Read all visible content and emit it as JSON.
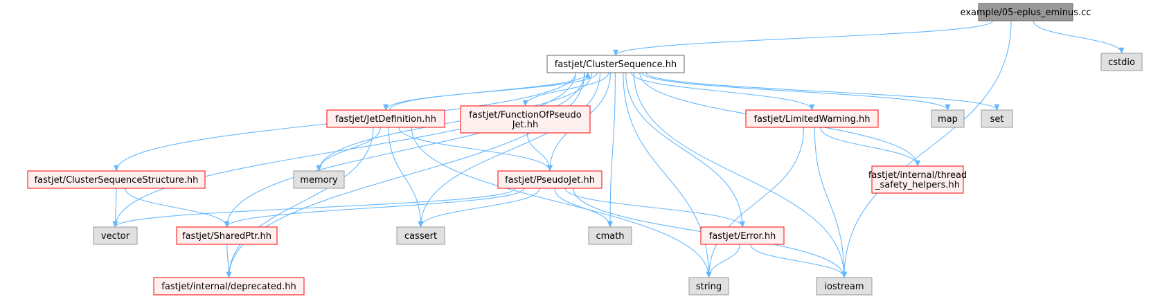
{
  "colors": {
    "edge": "#63b8ff",
    "root_fill": "#999999",
    "root_border": "#666666",
    "white_fill": "#ffffff",
    "white_border": "#666666",
    "red_fill": "#fff0f0",
    "red_border": "#ff0000",
    "gray_fill": "#e0e0e0",
    "gray_border": "#999999"
  },
  "nodes": [
    {
      "id": "root",
      "style": "root",
      "lines": [
        "example/05-eplus_eminus.cc"
      ]
    },
    {
      "id": "cs",
      "style": "white",
      "lines": [
        "fastjet/ClusterSequence.hh"
      ]
    },
    {
      "id": "cstdio",
      "style": "gray",
      "lines": [
        "cstdio"
      ]
    },
    {
      "id": "jetdef",
      "style": "red",
      "lines": [
        "fastjet/JetDefinition.hh"
      ]
    },
    {
      "id": "fopj",
      "style": "red",
      "lines": [
        "fastjet/FunctionOfPseudo",
        "Jet.hh"
      ]
    },
    {
      "id": "lw",
      "style": "red",
      "lines": [
        "fastjet/LimitedWarning.hh"
      ]
    },
    {
      "id": "map",
      "style": "gray",
      "lines": [
        "map"
      ]
    },
    {
      "id": "set",
      "style": "gray",
      "lines": [
        "set"
      ]
    },
    {
      "id": "css",
      "style": "red",
      "lines": [
        "fastjet/ClusterSequenceStructure.hh"
      ]
    },
    {
      "id": "memory",
      "style": "gray",
      "lines": [
        "memory"
      ]
    },
    {
      "id": "pj",
      "style": "red",
      "lines": [
        "fastjet/PseudoJet.hh"
      ]
    },
    {
      "id": "tsh",
      "style": "red",
      "lines": [
        "fastjet/internal/thread",
        "_safety_helpers.hh"
      ]
    },
    {
      "id": "vector",
      "style": "gray",
      "lines": [
        "vector"
      ]
    },
    {
      "id": "sptr",
      "style": "red",
      "lines": [
        "fastjet/SharedPtr.hh"
      ]
    },
    {
      "id": "cassert",
      "style": "gray",
      "lines": [
        "cassert"
      ]
    },
    {
      "id": "cmath",
      "style": "gray",
      "lines": [
        "cmath"
      ]
    },
    {
      "id": "err",
      "style": "red",
      "lines": [
        "fastjet/Error.hh"
      ]
    },
    {
      "id": "depr",
      "style": "red",
      "lines": [
        "fastjet/internal/deprecated.hh"
      ]
    },
    {
      "id": "string",
      "style": "gray",
      "lines": [
        "string"
      ]
    },
    {
      "id": "iostream",
      "style": "gray",
      "lines": [
        "iostream"
      ]
    }
  ],
  "edges": [
    [
      "root",
      "cs"
    ],
    [
      "root",
      "cstdio"
    ],
    [
      "root",
      "iostream"
    ],
    [
      "cs",
      "jetdef"
    ],
    [
      "cs",
      "fopj"
    ],
    [
      "cs",
      "lw"
    ],
    [
      "cs",
      "map"
    ],
    [
      "cs",
      "set"
    ],
    [
      "cs",
      "css"
    ],
    [
      "cs",
      "memory"
    ],
    [
      "cs",
      "pj"
    ],
    [
      "cs",
      "tsh"
    ],
    [
      "cs",
      "vector"
    ],
    [
      "cs",
      "sptr"
    ],
    [
      "cs",
      "cassert"
    ],
    [
      "cs",
      "cmath"
    ],
    [
      "cs",
      "err"
    ],
    [
      "cs",
      "depr"
    ],
    [
      "cs",
      "string"
    ],
    [
      "cs",
      "iostream"
    ],
    [
      "jetdef",
      "cs"
    ],
    [
      "jetdef",
      "memory"
    ],
    [
      "jetdef",
      "pj"
    ],
    [
      "jetdef",
      "cassert"
    ],
    [
      "jetdef",
      "depr"
    ],
    [
      "jetdef",
      "string"
    ],
    [
      "fopj",
      "pj"
    ],
    [
      "lw",
      "tsh"
    ],
    [
      "lw",
      "string"
    ],
    [
      "lw",
      "iostream"
    ],
    [
      "css",
      "vector"
    ],
    [
      "css",
      "sptr"
    ],
    [
      "pj",
      "vector"
    ],
    [
      "pj",
      "sptr"
    ],
    [
      "pj",
      "cassert"
    ],
    [
      "pj",
      "cmath"
    ],
    [
      "pj",
      "err"
    ],
    [
      "pj",
      "iostream"
    ],
    [
      "sptr",
      "depr"
    ],
    [
      "err",
      "string"
    ],
    [
      "err",
      "iostream"
    ]
  ]
}
